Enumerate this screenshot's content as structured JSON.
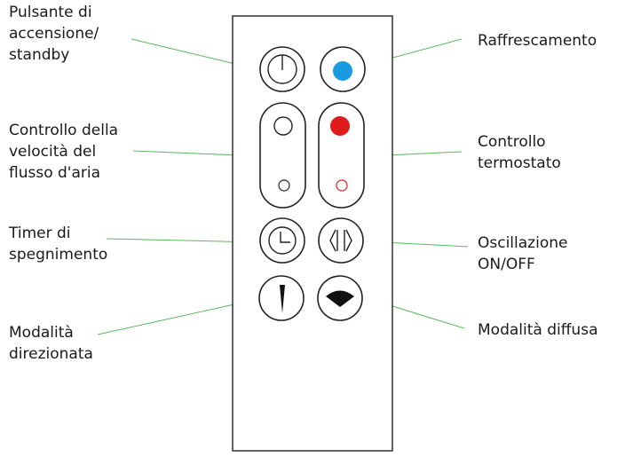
{
  "labels": {
    "power": [
      "Pulsante di",
      "accensione/",
      "standby"
    ],
    "speed": [
      "Controllo della",
      "velocità del",
      "flusso d'aria"
    ],
    "timer": [
      "Timer di",
      "spegnimento"
    ],
    "directional": [
      "Modalità",
      "direzionata"
    ],
    "cooling": [
      "Raffrescamento"
    ],
    "thermostat": [
      "Controllo",
      "termostato"
    ],
    "oscillation": [
      "Oscillazione",
      "ON/OFF"
    ],
    "diffuse": [
      "Modalità diffusa"
    ]
  },
  "colors": {
    "leader_line": "#5cb85c",
    "outline": "#222222",
    "cooling_dot": "#1a9be0",
    "heating_dot": "#e01b1b",
    "heating_small_ring": "#e01b1b"
  },
  "icons": {
    "power": "power-icon",
    "cooling": "cooling-dot-icon",
    "speed": "speed-circle-icon",
    "thermostat": "thermostat-dot-icon",
    "timer": "clock-icon",
    "oscillation": "oscillation-arrows-icon",
    "directional": "narrow-beam-icon",
    "diffuse": "wide-beam-icon"
  }
}
